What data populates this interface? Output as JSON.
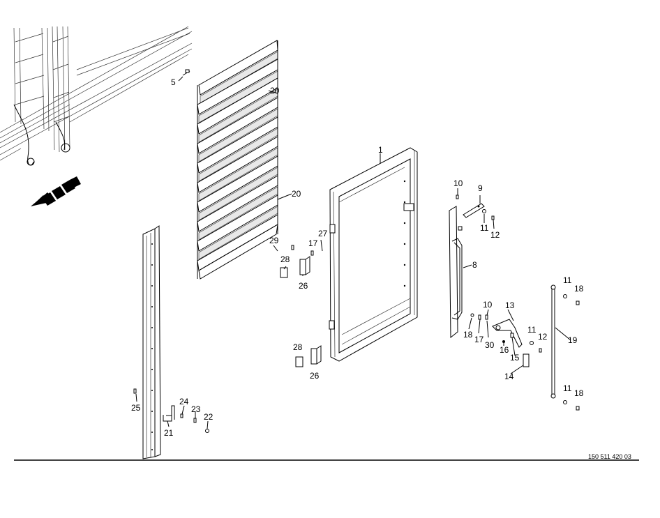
{
  "drawing": {
    "document_number": "150 511 420 03",
    "callouts": {
      "c1": "1",
      "c5": "5",
      "c8": "8",
      "c9": "9",
      "c10a": "10",
      "c10b": "10",
      "c11a": "11",
      "c11b": "11",
      "c11c": "11",
      "c11d": "11",
      "c12a": "12",
      "c12b": "12",
      "c13": "13",
      "c14": "14",
      "c15": "15",
      "c16": "16",
      "c17a": "17",
      "c17b": "17",
      "c18a": "18",
      "c18b": "18",
      "c18c": "18",
      "c19": "19",
      "c20a": "20",
      "c20b": "20",
      "c21": "21",
      "c22": "22",
      "c23": "23",
      "c24": "24",
      "c25": "25",
      "c26a": "26",
      "c26b": "26",
      "c27": "27",
      "c28a": "28",
      "c28b": "28",
      "c29": "29",
      "c30": "30"
    }
  }
}
